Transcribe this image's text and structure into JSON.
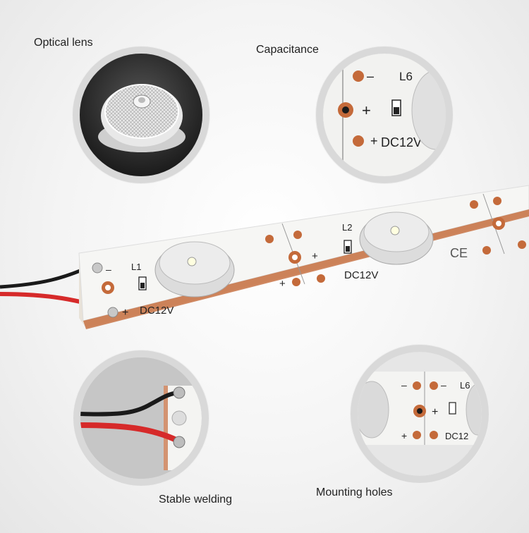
{
  "callouts": {
    "optical_lens": "Optical lens",
    "capacitance": "Capacitance",
    "stable_welding": "Stable welding",
    "mounting_holes": "Mounting holes"
  },
  "strip": {
    "led_labels": [
      "L1",
      "L2"
    ],
    "voltage_label": "DC12V",
    "plus": "+",
    "minus": "–",
    "ce_mark": "CE"
  },
  "capacitance_zoom": {
    "led_label": "L6",
    "voltage_label": "DC12V"
  },
  "mounting_zoom": {
    "led_label": "L6",
    "voltage_label": "DC12"
  },
  "colors": {
    "pcb": "#f4f4f2",
    "copper": "#c46a3a",
    "wire_red": "#d62a2a",
    "wire_black": "#1a1a1a",
    "ring": "#d9d9d9"
  }
}
